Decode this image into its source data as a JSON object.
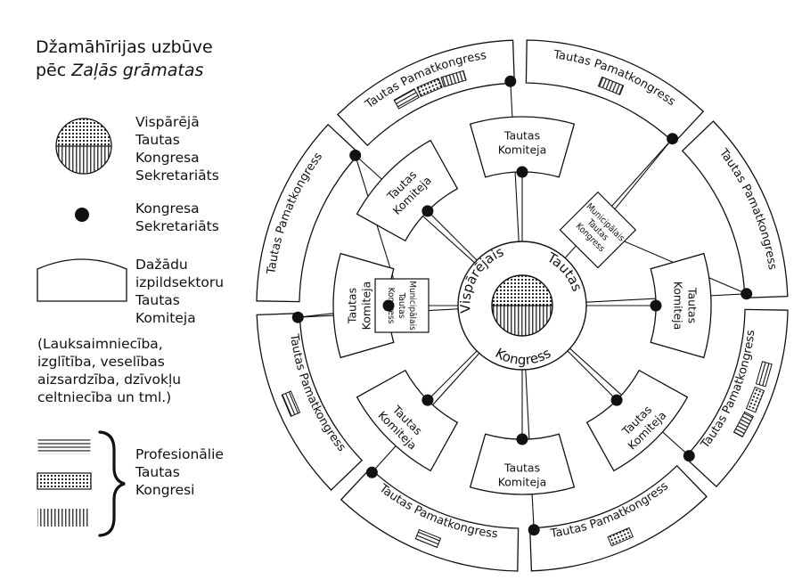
{
  "legend": {
    "title_line1": "Džamāhīrijas uzbūve",
    "title_line2_prefix": "pēc ",
    "title_line2_italic": "Zaļās grāmatas",
    "general_congress_secretariat": "Vispārējā\nTautas\nKongresa\nSekretariāts",
    "congress_secretariat": "Kongresa\nSekretariāts",
    "committee": "Dažādu\nizpildsektoru\nTautas\nKomiteja",
    "sectors_note": "(Lauksaimniecība,\nizglītība, veselības\naizsardzība, dzīvokļu\nceltniecība un tml.)",
    "professional_congresses": "Profesionālie\nTautas\nKongresi"
  },
  "center": {
    "top_left": "Vispārējais",
    "top_right": "Tautas",
    "bottom": "Kongress"
  },
  "outer_label": "Tautas Pamatkongress",
  "committee_line1": "Tautas",
  "committee_line2": "Komiteja",
  "municipal_line1": "Municipālais",
  "municipal_line2": "Tautas",
  "municipal_line3": "Kongress"
}
